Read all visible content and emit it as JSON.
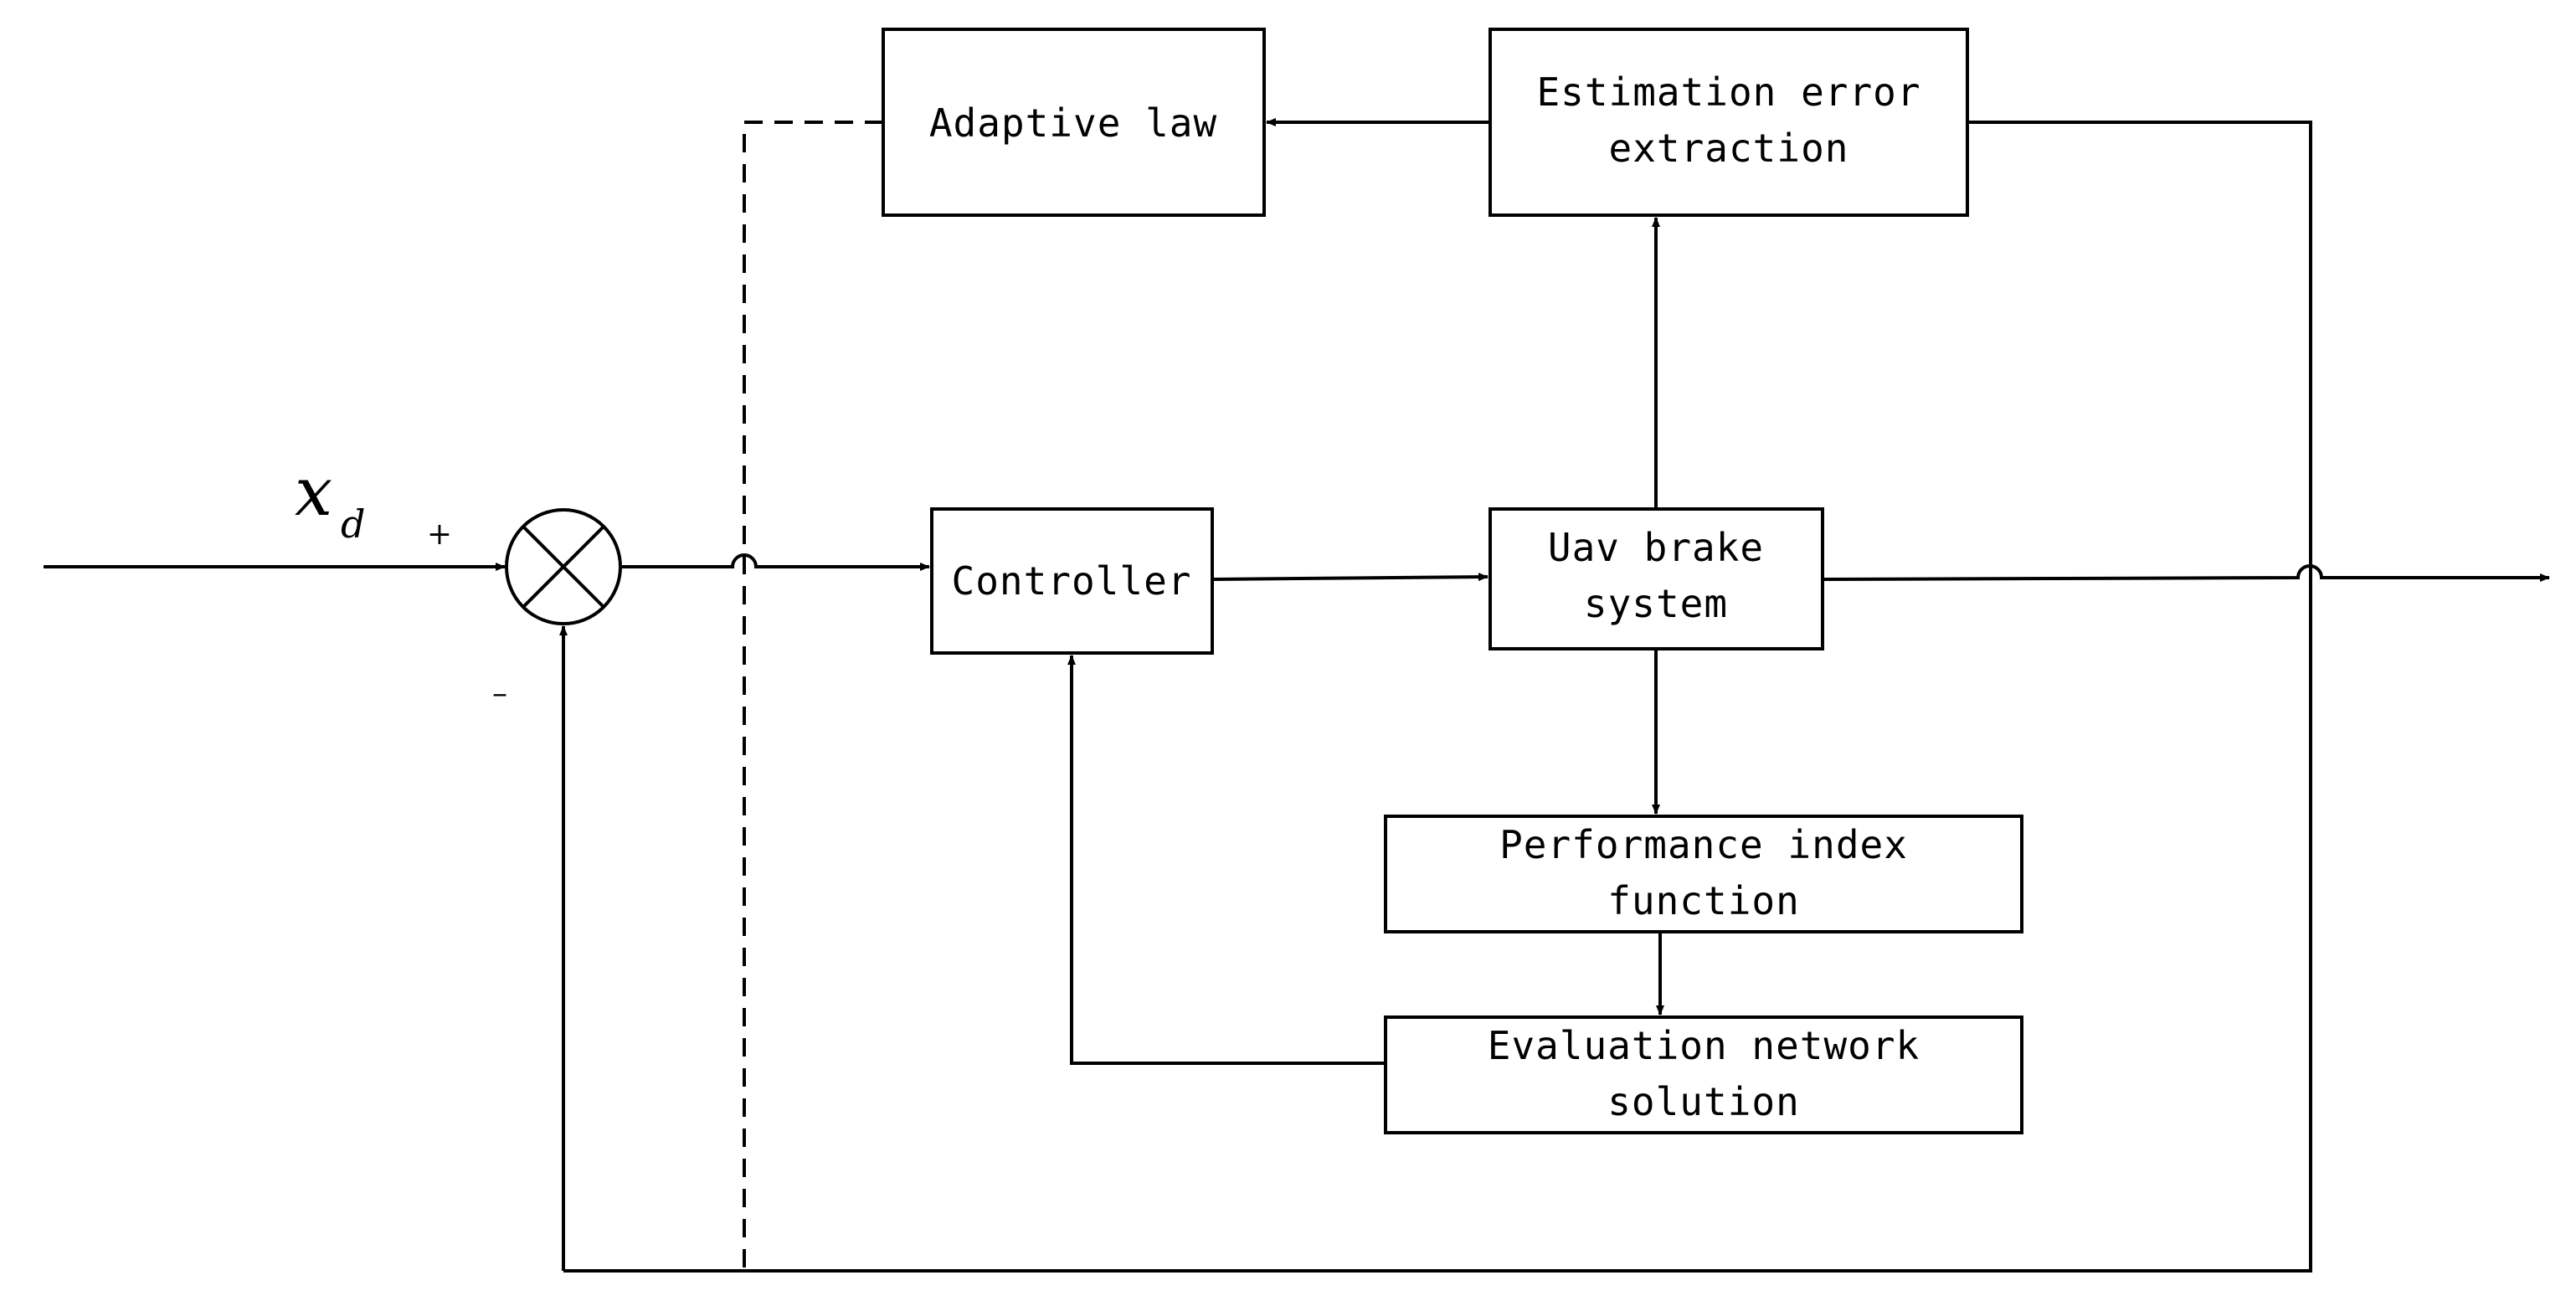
{
  "blocks": {
    "adaptive_law": "Adaptive law",
    "estimation_error": [
      "Estimation error",
      "extraction"
    ],
    "controller": "Controller",
    "uav_brake": [
      "Uav brake",
      "system"
    ],
    "performance_index": [
      "Performance index",
      "function"
    ],
    "evaluation_network": [
      "Evaluation network",
      "solution"
    ]
  },
  "signals": {
    "reference_var": "x",
    "reference_sub": "d",
    "plus_sign": "+",
    "minus_sign": "–"
  }
}
